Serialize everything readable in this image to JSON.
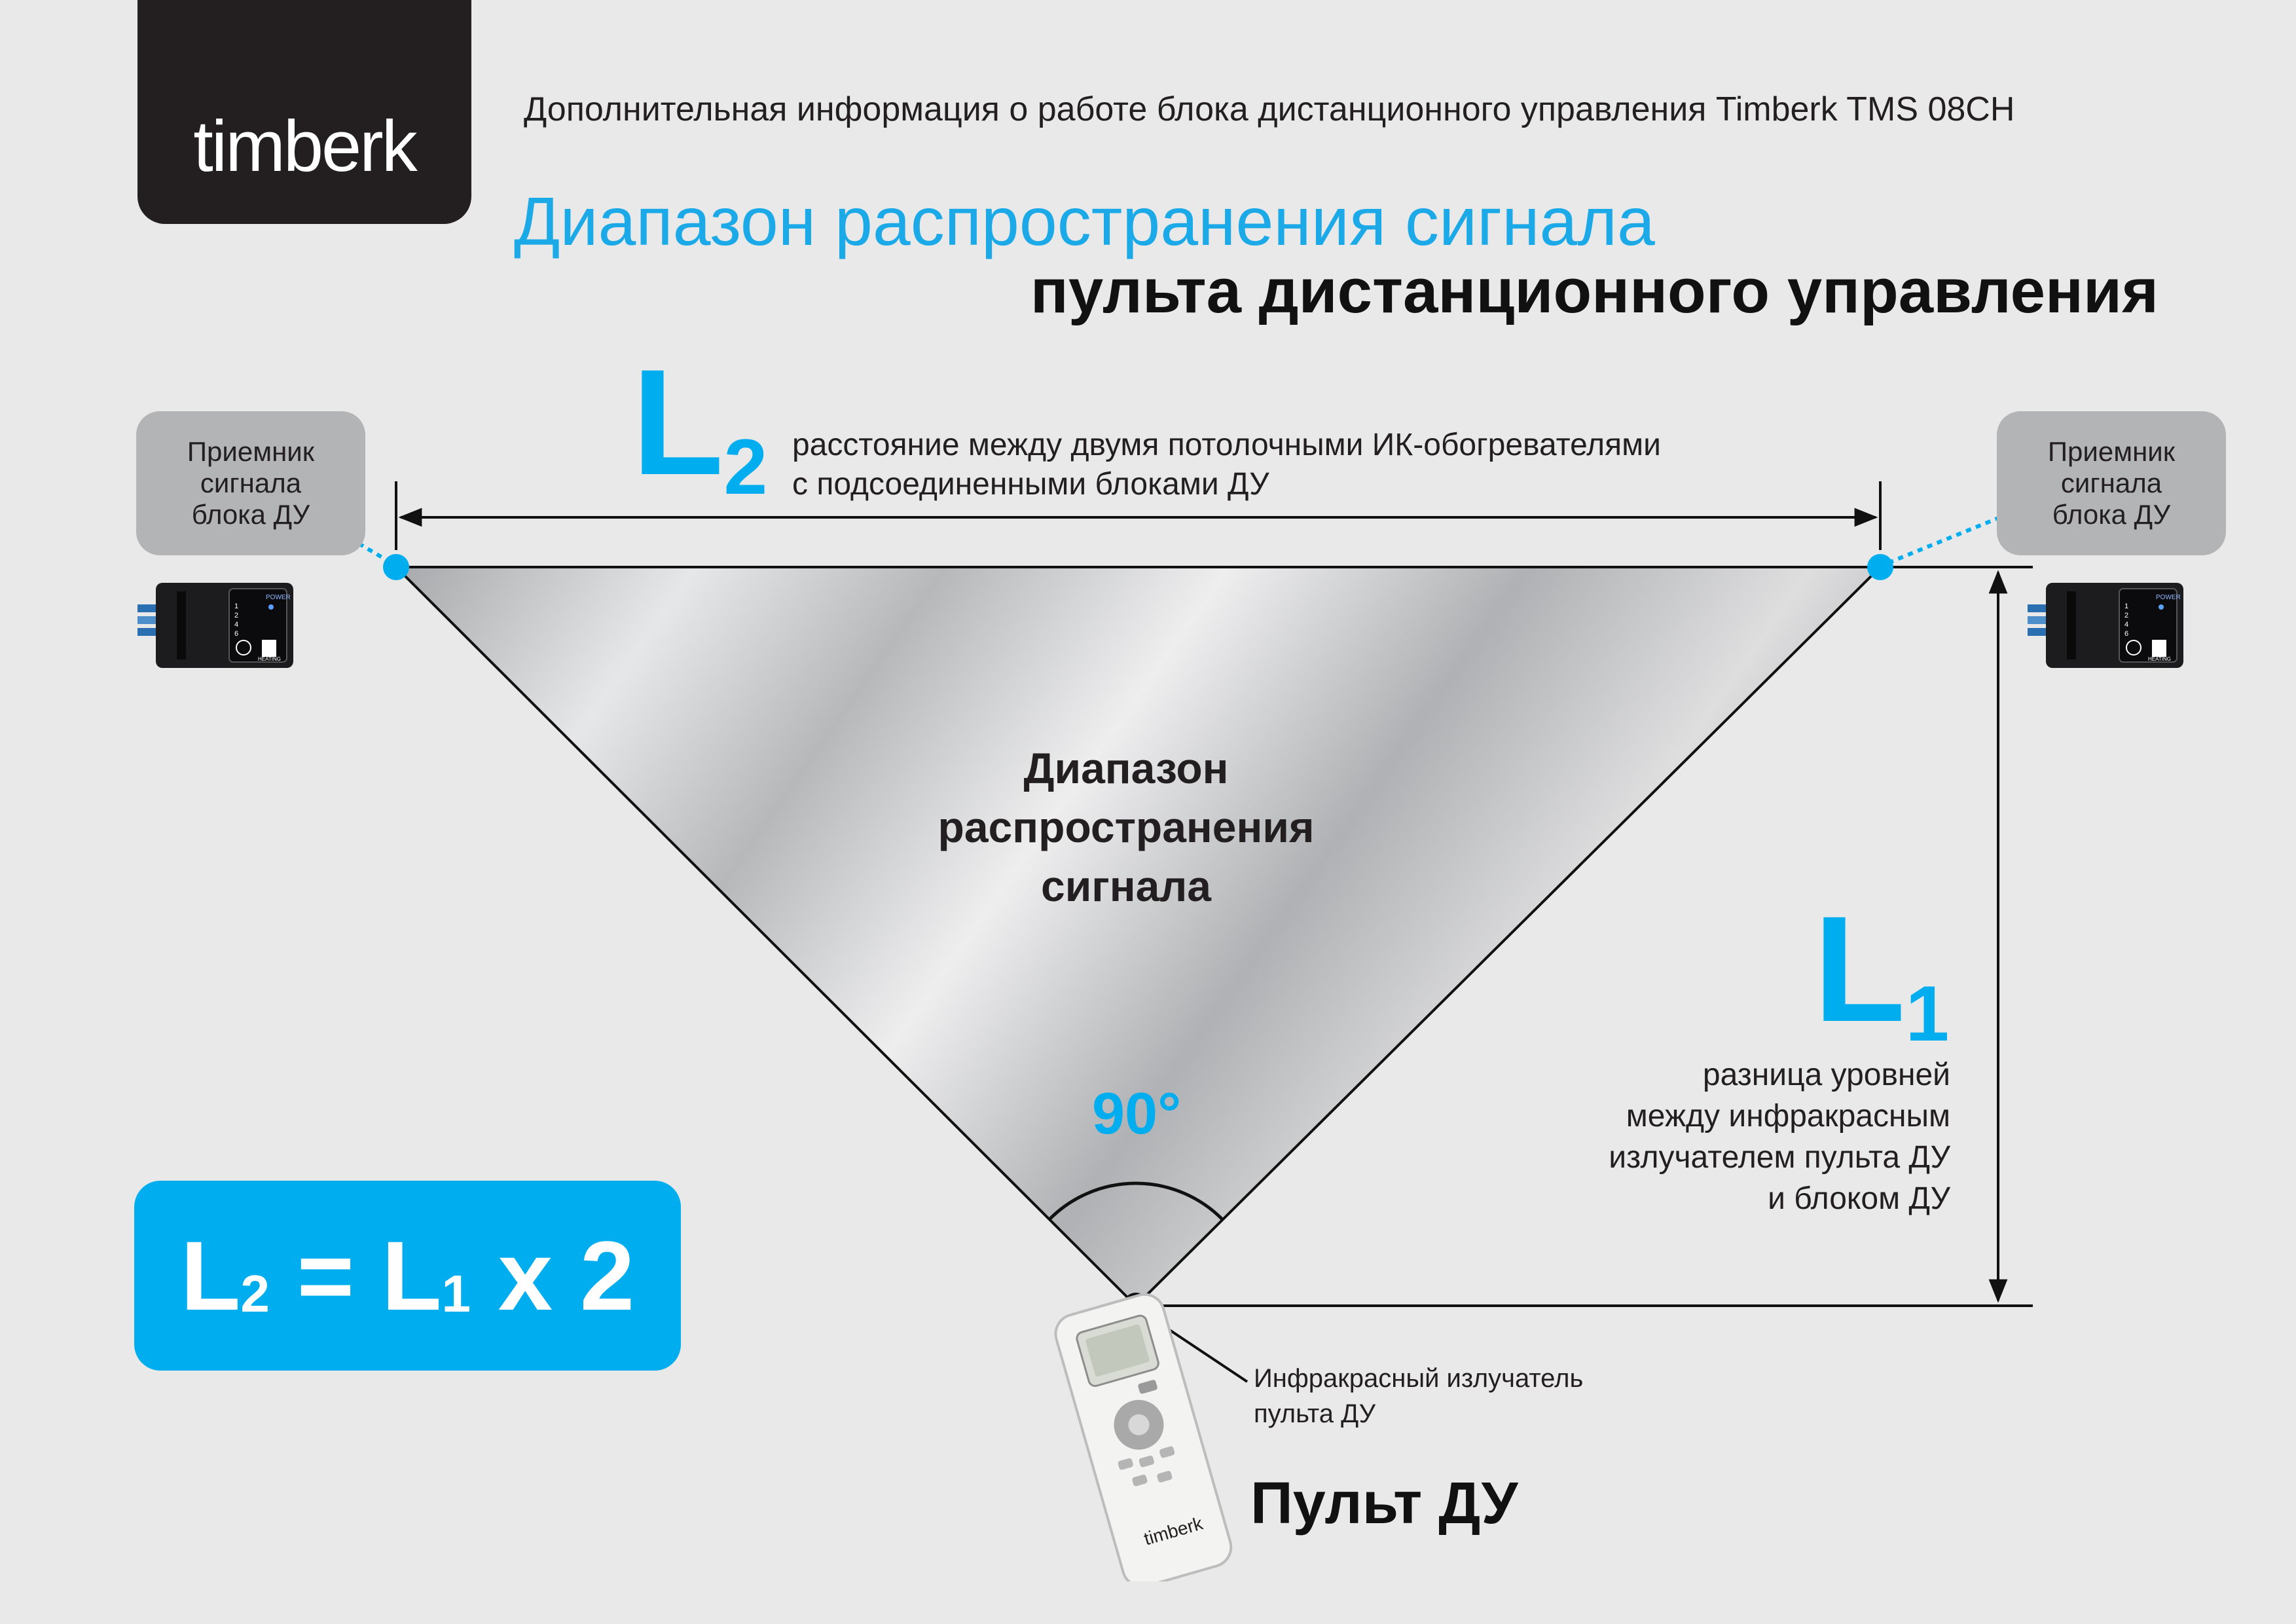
{
  "brand": {
    "logo_text": "timberk",
    "remote_logo_text": "timberk"
  },
  "header": {
    "subtitle": "Дополнительная информация о работе блока дистанционного управления Timberk TMS 08CH",
    "title_line1": "Диапазон распространения сигнала",
    "title_line2": "пульта дистанционного управления"
  },
  "l2": {
    "letter": "L",
    "index": "2",
    "description_line1": "расстояние между двумя потолочными ИК-обогревателями",
    "description_line2": "с подсоединенными блоками ДУ"
  },
  "receivers": {
    "left_label": "Приемник сигнала блока ДУ",
    "right_label": "Приемник сигнала блока ДУ",
    "device_labels": [
      "POWER",
      "1",
      "2",
      "4",
      "6",
      "HEATING"
    ]
  },
  "range": {
    "label": "Диапазон\nраспространения\nсигнала",
    "angle": "90°"
  },
  "l1": {
    "letter": "L",
    "index": "1",
    "description": "разница уровней\nмежду инфракрасным\nизлучателем пульта ДУ\nи блоком ДУ"
  },
  "formula": {
    "lhs_letter": "L",
    "lhs_index": "2",
    "operator": " = ",
    "rhs_letter": "L",
    "rhs_index": "1",
    "multiplier": " x 2"
  },
  "remote": {
    "emitter_label": "Инфракрасный излучатель\nпульта ДУ",
    "title": "Пульт ДУ"
  },
  "colors": {
    "accent": "#00aeef",
    "background": "#e9e9ea",
    "dark": "#231f20",
    "receiver_box": "#b3b4b6"
  }
}
